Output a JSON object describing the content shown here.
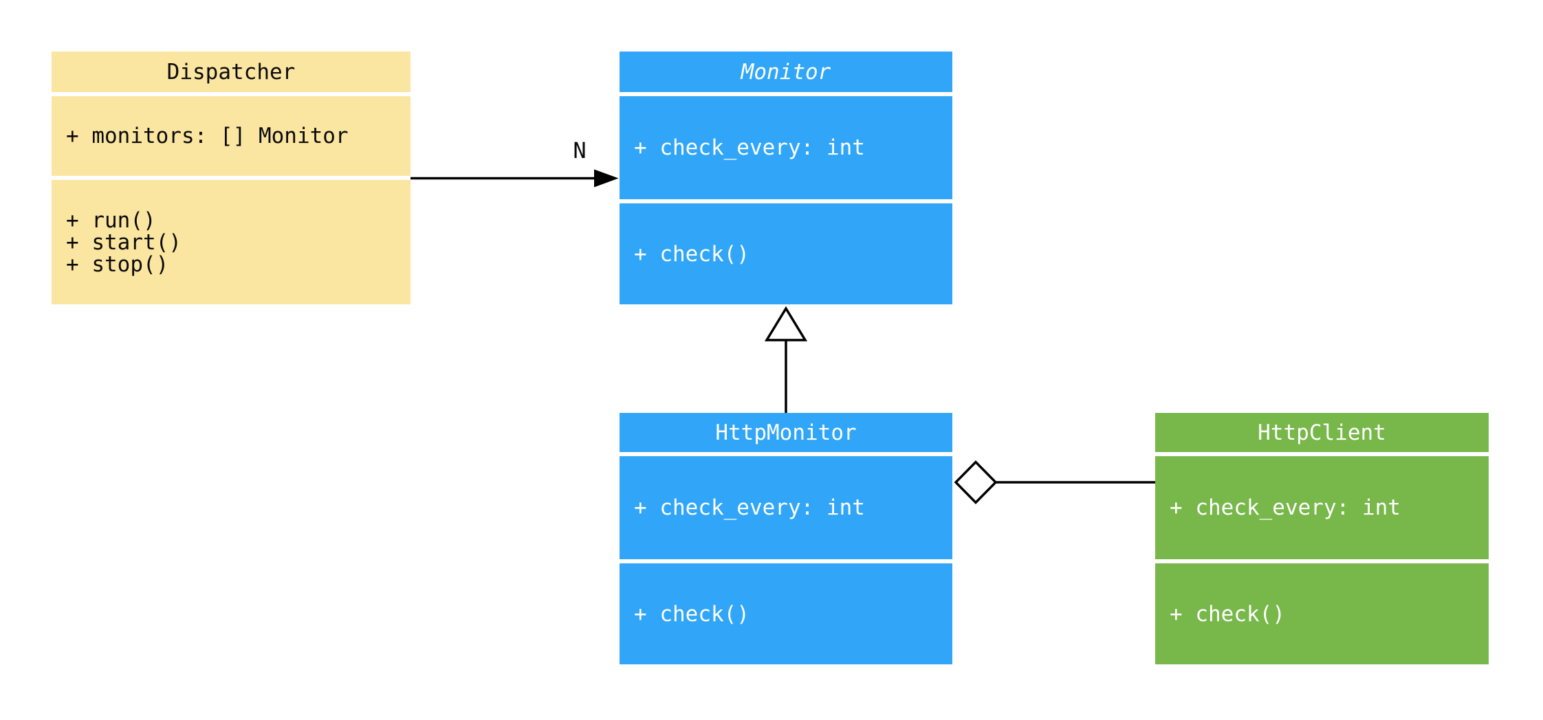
{
  "diagram": {
    "type": "uml-class-diagram",
    "background": "#ffffff",
    "line_color": "#000000",
    "classes": {
      "dispatcher": {
        "title": "Dispatcher",
        "abstract": false,
        "fill": "#FAE5A1",
        "text_color": "#0a0a0a",
        "attributes": [
          "+ monitors: [] Monitor"
        ],
        "methods": [
          "+ run()",
          "+ start()",
          "+ stop()"
        ]
      },
      "monitor": {
        "title": "Monitor",
        "abstract": true,
        "fill": "#31A6F8",
        "text_color": "#ffffff",
        "attributes": [
          "+ check_every: int"
        ],
        "methods": [
          "+ check()"
        ]
      },
      "httpmonitor": {
        "title": "HttpMonitor",
        "abstract": false,
        "fill": "#31A6F8",
        "text_color": "#ffffff",
        "attributes": [
          "+ check_every: int"
        ],
        "methods": [
          "+ check()"
        ]
      },
      "httpclient": {
        "title": "HttpClient",
        "abstract": false,
        "fill": "#78B74A",
        "text_color": "#ffffff",
        "attributes": [
          "+ check_every: int"
        ],
        "methods": [
          "+ check()"
        ]
      }
    },
    "relationships": [
      {
        "type": "association",
        "from": "dispatcher",
        "to": "monitor",
        "label": "N",
        "arrow": "filled-arrowhead"
      },
      {
        "type": "inheritance",
        "from": "httpmonitor",
        "to": "monitor",
        "label": "",
        "arrow": "hollow-triangle"
      },
      {
        "type": "aggregation",
        "from": "httpmonitor",
        "to": "httpclient",
        "label": "",
        "arrow": "hollow-diamond"
      }
    ]
  }
}
